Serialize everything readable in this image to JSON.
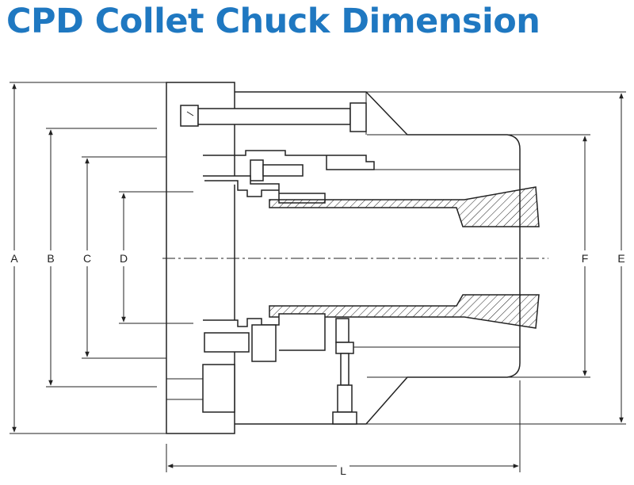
{
  "title": "CPD Collet Chuck Dimension",
  "dimensions": {
    "A": "A",
    "B": "B",
    "C": "C",
    "D": "D",
    "E": "E",
    "F": "F",
    "L": "L"
  },
  "colors": {
    "title": "#1f78c1",
    "line": "#222222",
    "background": "#ffffff"
  }
}
